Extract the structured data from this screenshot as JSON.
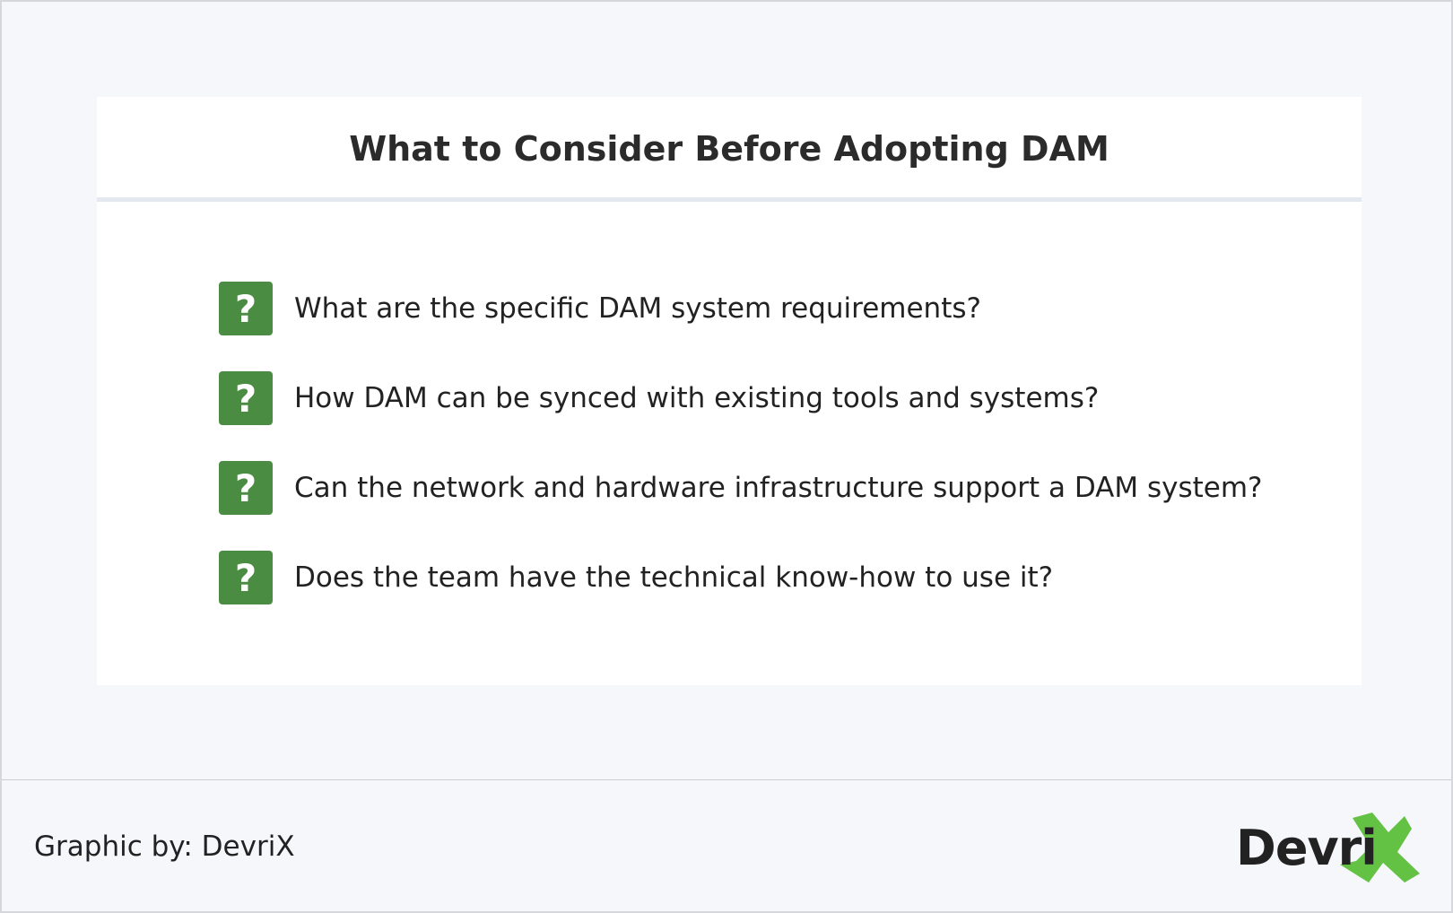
{
  "card": {
    "title": "What to Consider Before Adopting DAM",
    "items": [
      {
        "icon": "question-icon",
        "symbol": "?",
        "text": "What are the specific DAM system requirements?"
      },
      {
        "icon": "question-icon",
        "symbol": "?",
        "text": "How DAM can be synced with existing tools and systems?"
      },
      {
        "icon": "question-icon",
        "symbol": "?",
        "text": "Can the network and hardware infrastructure support a DAM system?"
      },
      {
        "icon": "question-icon",
        "symbol": "?",
        "text": "Does the team have the technical know-how to use it?"
      }
    ]
  },
  "footer": {
    "credit": "Graphic by: DevriX",
    "logo_text": "Devri",
    "logo_mark": "X"
  },
  "colors": {
    "accent": "#4a8c42",
    "logo_green": "#63c144"
  }
}
